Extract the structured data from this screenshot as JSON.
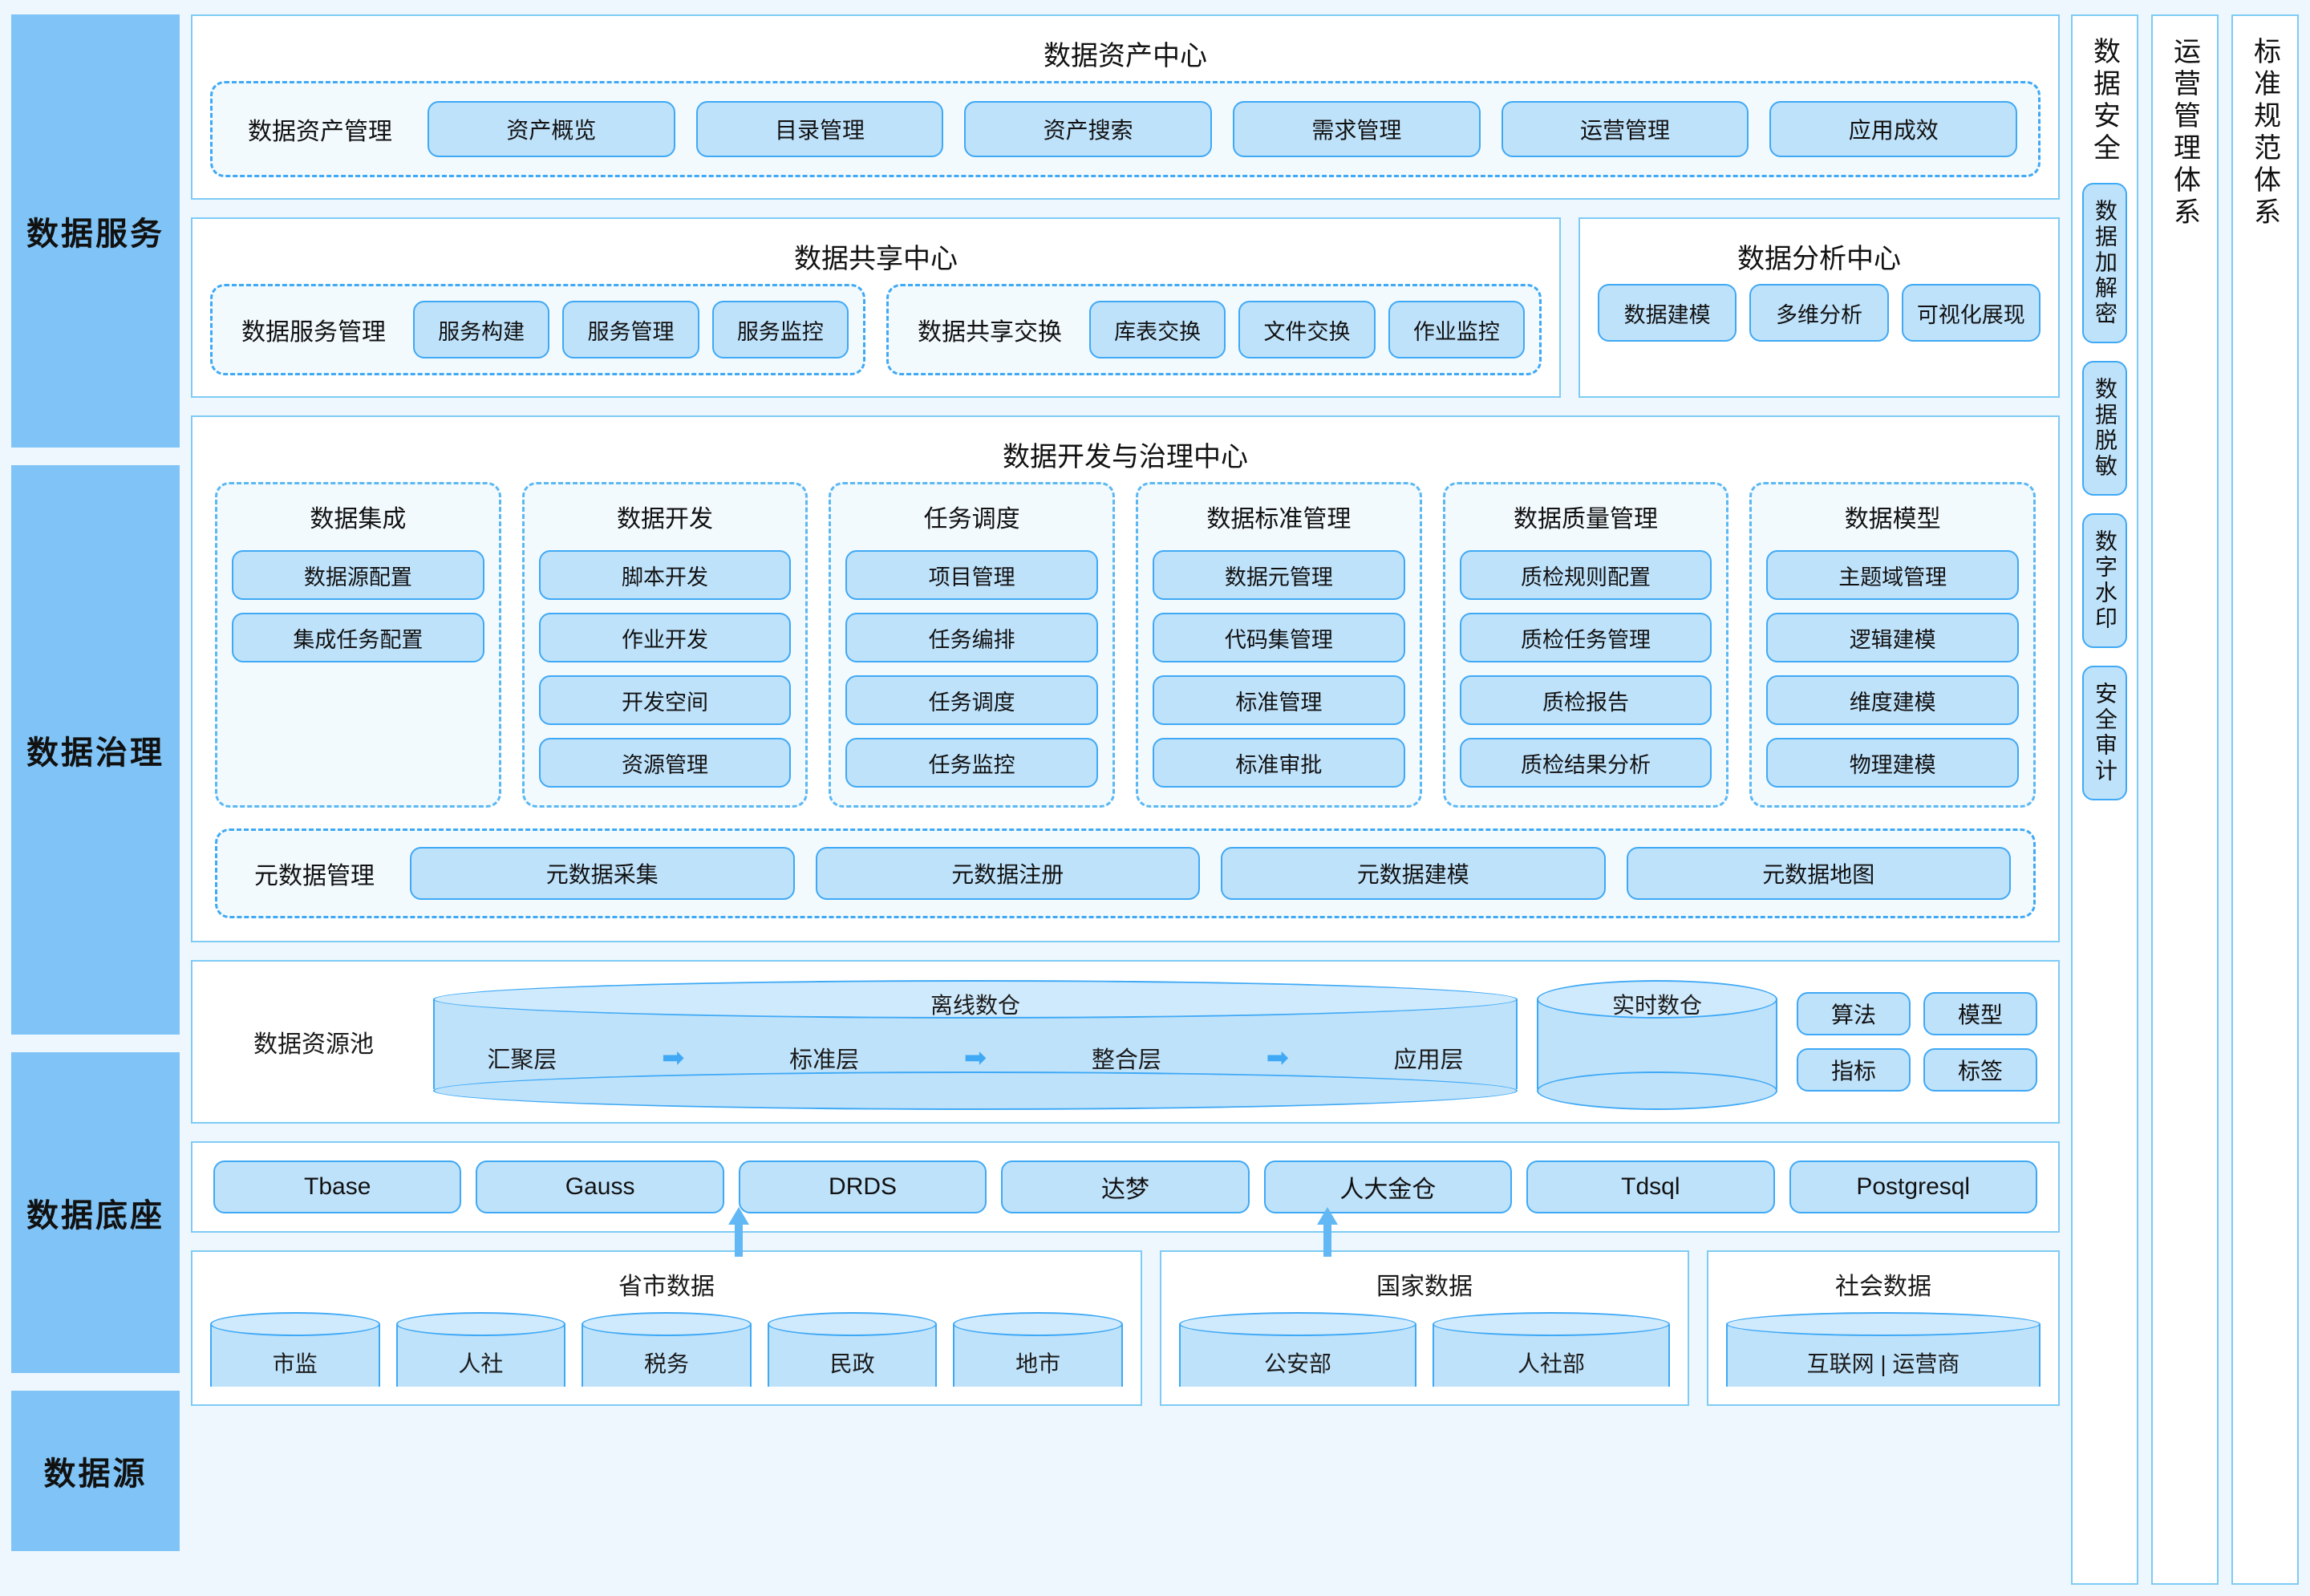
{
  "left_rail": [
    {
      "label": "数据服务"
    },
    {
      "label": "数据治理"
    },
    {
      "label": "数据底座"
    },
    {
      "label": "数据源"
    }
  ],
  "asset_center": {
    "title": "数据资产中心",
    "group_label": "数据资产管理",
    "items": [
      "资产概览",
      "目录管理",
      "资产搜索",
      "需求管理",
      "运营管理",
      "应用成效"
    ]
  },
  "share_center": {
    "title": "数据共享中心",
    "groups": [
      {
        "label": "数据服务管理",
        "items": [
          "服务构建",
          "服务管理",
          "服务监控"
        ]
      },
      {
        "label": "数据共享交换",
        "items": [
          "库表交换",
          "文件交换",
          "作业监控"
        ]
      }
    ]
  },
  "analysis_center": {
    "title": "数据分析中心",
    "items": [
      "数据建模",
      "多维分析",
      "可视化展现"
    ]
  },
  "dev_center": {
    "title": "数据开发与治理中心",
    "columns": [
      {
        "title": "数据集成",
        "items": [
          "数据源配置",
          "集成任务配置"
        ]
      },
      {
        "title": "数据开发",
        "items": [
          "脚本开发",
          "作业开发",
          "开发空间",
          "资源管理"
        ]
      },
      {
        "title": "任务调度",
        "items": [
          "项目管理",
          "任务编排",
          "任务调度",
          "任务监控"
        ]
      },
      {
        "title": "数据标准管理",
        "items": [
          "数据元管理",
          "代码集管理",
          "标准管理",
          "标准审批"
        ]
      },
      {
        "title": "数据质量管理",
        "items": [
          "质检规则配置",
          "质检任务管理",
          "质检报告",
          "质检结果分析"
        ]
      },
      {
        "title": "数据模型",
        "items": [
          "主题域管理",
          "逻辑建模",
          "维度建模",
          "物理建模"
        ]
      }
    ],
    "metadata": {
      "label": "元数据管理",
      "items": [
        "元数据采集",
        "元数据注册",
        "元数据建模",
        "元数据地图"
      ]
    }
  },
  "resource_pool": {
    "label": "数据资源池",
    "offline_warehouse": {
      "title": "离线数仓",
      "stages": [
        "汇聚层",
        "标准层",
        "整合层",
        "应用层"
      ],
      "arrow_glyph": "➡"
    },
    "realtime_warehouse": {
      "title": "实时数仓"
    },
    "tags": [
      "算法",
      "模型",
      "指标",
      "标签"
    ]
  },
  "databases": [
    "Tbase",
    "Gauss",
    "DRDS",
    "达梦",
    "人大金仓",
    "Tdsql",
    "Postgresql"
  ],
  "data_sources": [
    {
      "title": "省市数据",
      "items": [
        "市监",
        "人社",
        "税务",
        "民政",
        "地市"
      ]
    },
    {
      "title": "国家数据",
      "items": [
        "公安部",
        "人社部"
      ]
    },
    {
      "title": "社会数据",
      "items": [
        "互联网 | 运营商"
      ]
    }
  ],
  "right_rails": [
    {
      "title": "数据安全",
      "items": [
        "数据加解密",
        "数据脱敏",
        "数字水印",
        "安全审计"
      ]
    },
    {
      "title": "运营管理体系",
      "items": []
    },
    {
      "title": "标准规范体系",
      "items": []
    }
  ],
  "colors": {
    "page_bg": "#eef7fd",
    "rail_fill": "#80c4f7",
    "pill_fill": "#bfe2fb",
    "accent_border": "#3fa9f5",
    "panel_border": "#7ecbf5",
    "cylinder_top": "#cfeafd",
    "text": "#111111"
  }
}
